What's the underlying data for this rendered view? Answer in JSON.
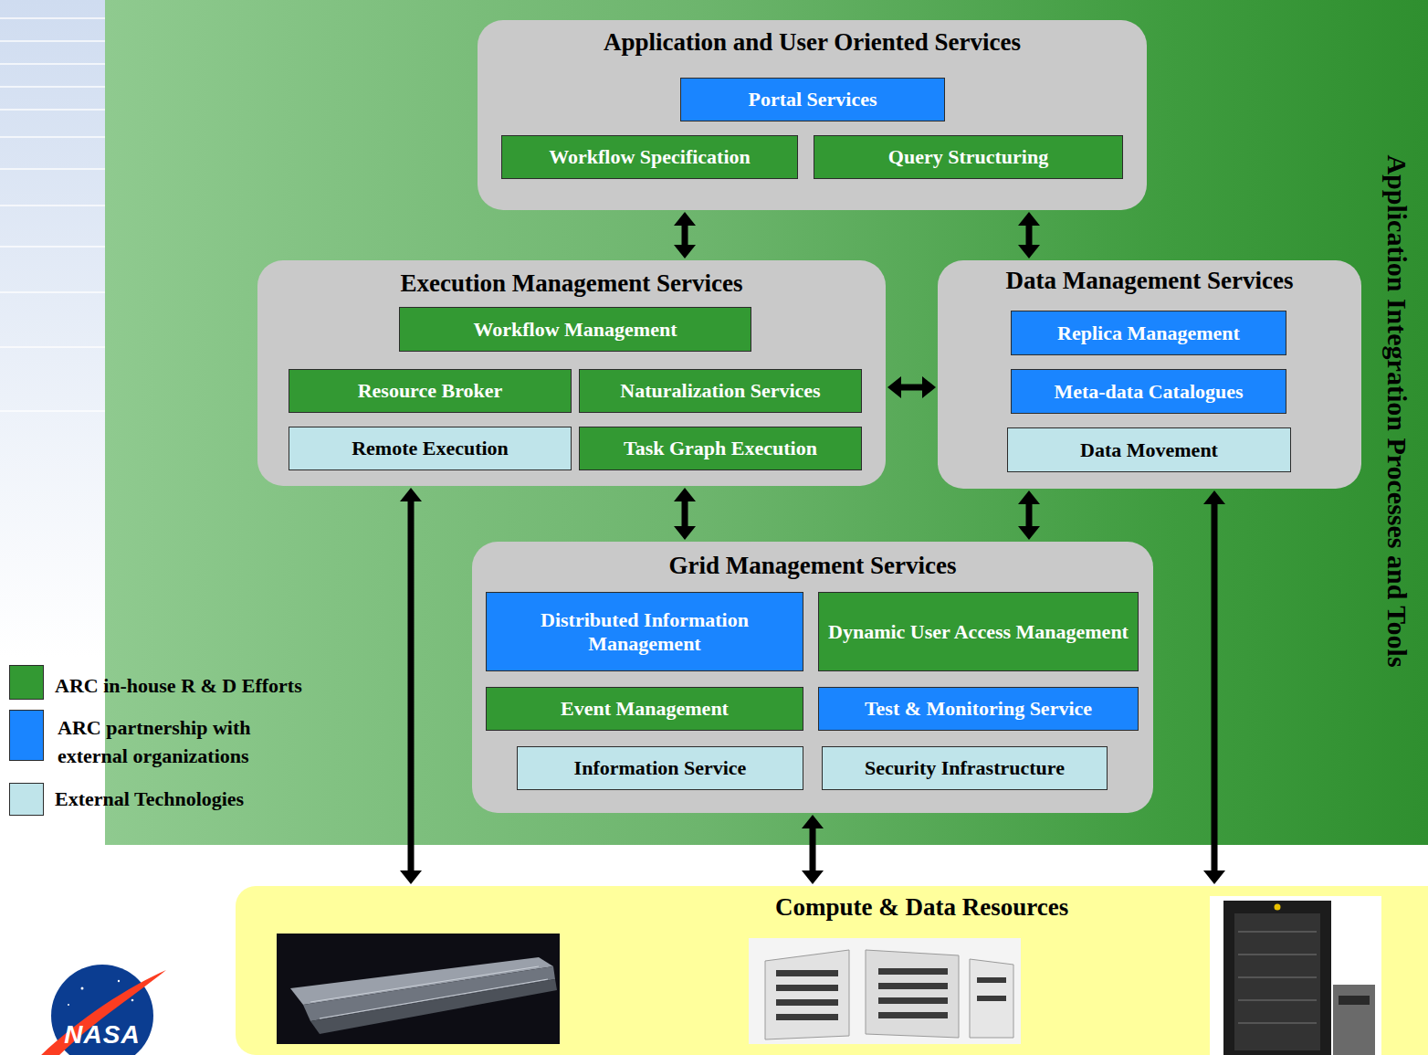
{
  "diagram": {
    "nodes": [
      {
        "text": [
          "Application Integration Processes and Tools"
        ]
      },
      {
        "text": [
          "Application and User Oriented Services"
        ],
        "in": 0
      },
      {
        "text": [
          "Portal Services"
        ],
        "in": 1
      },
      {
        "text": [
          "Workflow Specification"
        ],
        "in": 1
      },
      {
        "text": [
          "Query Structuring"
        ],
        "in": 1
      },
      {
        "text": [
          "Execution Management Services"
        ],
        "in": 0
      },
      {
        "text": [
          "Workflow Management"
        ],
        "in": 5
      },
      {
        "text": [
          "Resource Broker"
        ],
        "in": 5
      },
      {
        "text": [
          "Naturalization Services"
        ],
        "in": 5
      },
      {
        "text": [
          "Remote Execution"
        ],
        "in": 5
      },
      {
        "text": [
          "Task Graph Execution"
        ],
        "in": 5
      },
      {
        "text": [
          "Data Management Services"
        ],
        "in": 0
      },
      {
        "text": [
          "Replica Management"
        ],
        "in": 11
      },
      {
        "text": [
          "Meta-data Catalogues"
        ],
        "in": 11
      },
      {
        "text": [
          "Data Movement"
        ],
        "in": 11
      },
      {
        "text": [
          "Grid Management Services"
        ],
        "in": 0
      },
      {
        "text": [
          "Distributed Information Management"
        ],
        "in": 15
      },
      {
        "text": [
          "Dynamic User Access Management"
        ],
        "in": 15
      },
      {
        "text": [
          "Event Management"
        ],
        "in": 15
      },
      {
        "text": [
          "Test & Monitoring Service"
        ],
        "in": 15
      },
      {
        "text": [
          "Information Service"
        ],
        "in": 15
      },
      {
        "text": [
          "Security Infrastructure"
        ],
        "in": 15
      },
      {
        "text": [
          "Compute & Data Resources"
        ]
      }
    ],
    "edges": [
      {
        "from": 1,
        "to": 5,
        "arrow": "both"
      },
      {
        "from": 1,
        "to": 11,
        "arrow": "both"
      },
      {
        "from": 5,
        "to": 11,
        "arrow": "both"
      },
      {
        "from": 5,
        "to": 15,
        "arrow": "both"
      },
      {
        "from": 11,
        "to": 15,
        "arrow": "both"
      },
      {
        "from": 5,
        "to": 22,
        "arrow": "both"
      },
      {
        "from": 15,
        "to": 22,
        "arrow": "both"
      },
      {
        "from": 11,
        "to": 22,
        "arrow": "both"
      }
    ],
    "labels": [
      "NASA"
    ],
    "legend": [
      {
        "text": "ARC in-house R & D Efforts",
        "color": "#339933"
      },
      {
        "text": "ARC partnership with external organizations",
        "color": "#1a85ff"
      },
      {
        "text": "External Technologies",
        "color": "#bfe4ea"
      }
    ]
  }
}
